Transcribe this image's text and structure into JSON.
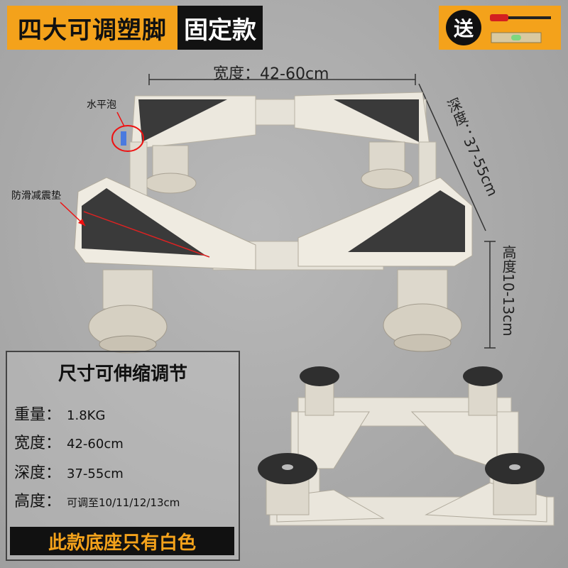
{
  "banner": {
    "title_left": "四大可调塑脚",
    "title_right": "固定款",
    "gift_label": "送"
  },
  "dimensions": {
    "width_label": "宽度：",
    "width_value": "42-60cm",
    "depth_label": "深度：",
    "depth_value": "37-55cm",
    "height_label": "高度",
    "height_value": "10-13cm"
  },
  "annotations": {
    "level_bubble": "水平泡",
    "anti_slip_pad": "防滑减震垫"
  },
  "specs": {
    "title": "尺寸可伸缩调节",
    "rows": [
      {
        "label": "重量：",
        "value": "1.8KG"
      },
      {
        "label": "宽度：",
        "value": "42-60cm"
      },
      {
        "label": "深度：",
        "value": "37-55cm"
      },
      {
        "label": "高度：",
        "value": "可调至10/11/12/13cm"
      }
    ],
    "footer": "此款底座只有白色"
  },
  "colors": {
    "accent_orange": "#f4a21b",
    "black": "#111111",
    "pad_dark": "#3a3a3a",
    "frame_white": "#e8e4da"
  }
}
